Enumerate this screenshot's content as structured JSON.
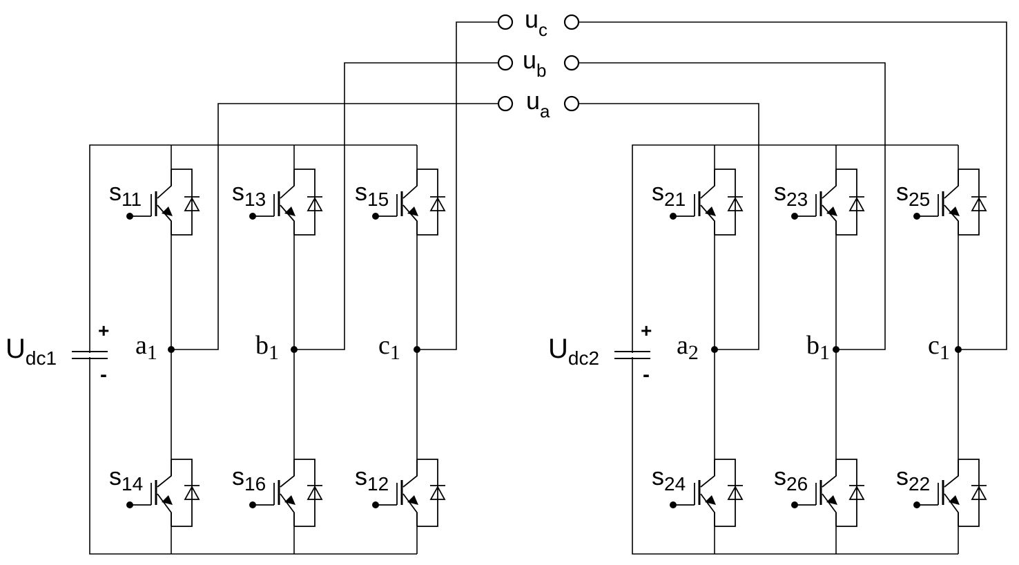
{
  "diagram": {
    "outputs": [
      {
        "main": "u",
        "sub": "c"
      },
      {
        "main": "u",
        "sub": "b"
      },
      {
        "main": "u",
        "sub": "a"
      }
    ],
    "inverters": [
      {
        "dc_source": {
          "main": "U",
          "sub": "dc1",
          "plus": "+",
          "minus": "-"
        },
        "nodes": [
          {
            "main": "a",
            "sub": "1"
          },
          {
            "main": "b",
            "sub": "1"
          },
          {
            "main": "c",
            "sub": "1"
          }
        ],
        "upper_switches": [
          {
            "main": "s",
            "sub": "11"
          },
          {
            "main": "s",
            "sub": "13"
          },
          {
            "main": "s",
            "sub": "15"
          }
        ],
        "lower_switches": [
          {
            "main": "s",
            "sub": "14"
          },
          {
            "main": "s",
            "sub": "16"
          },
          {
            "main": "s",
            "sub": "12"
          }
        ]
      },
      {
        "dc_source": {
          "main": "U",
          "sub": "dc2",
          "plus": "+",
          "minus": "-"
        },
        "nodes": [
          {
            "main": "a",
            "sub": "2"
          },
          {
            "main": "b",
            "sub": "1"
          },
          {
            "main": "c",
            "sub": "1"
          }
        ],
        "upper_switches": [
          {
            "main": "s",
            "sub": "21"
          },
          {
            "main": "s",
            "sub": "23"
          },
          {
            "main": "s",
            "sub": "25"
          }
        ],
        "lower_switches": [
          {
            "main": "s",
            "sub": "24"
          },
          {
            "main": "s",
            "sub": "26"
          },
          {
            "main": "s",
            "sub": "22"
          }
        ]
      }
    ]
  }
}
